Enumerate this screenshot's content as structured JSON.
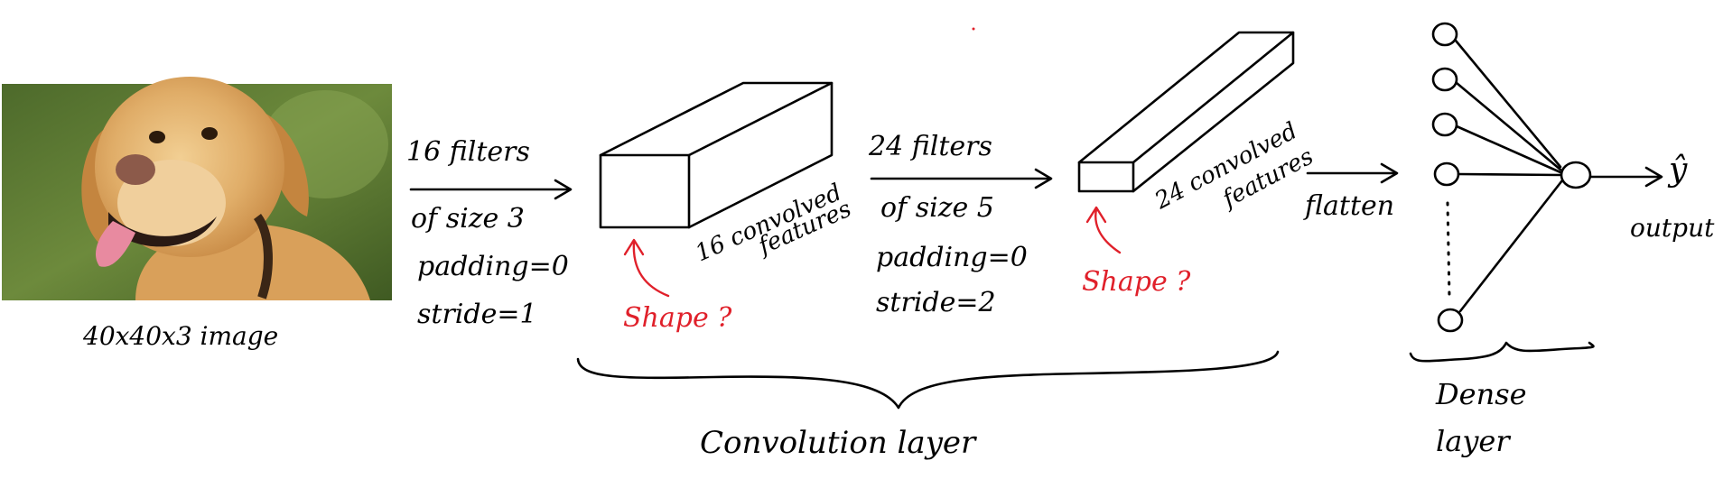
{
  "image_label": "40x40x3 image",
  "conv1": {
    "line1": "16 filters",
    "line2": "of size 3",
    "line3": "padding=0",
    "line4": "stride=1",
    "block_label_1": "16 convolved",
    "block_label_2": "features",
    "shape_question": "Shape ?"
  },
  "conv2": {
    "line1": "24 filters",
    "line2": "of size 5",
    "line3": "padding=0",
    "line4": "stride=2",
    "block_label_1": "24 convolved",
    "block_label_2": "features",
    "shape_question": "Shape ?"
  },
  "flatten_label": "flatten",
  "output_symbol": "ŷ",
  "output_label": "output",
  "conv_layer_label": "Convolution layer",
  "dense_label_1": "Dense",
  "dense_label_2": "layer",
  "colors": {
    "ink": "#000000",
    "annotation": "#e0202a"
  }
}
